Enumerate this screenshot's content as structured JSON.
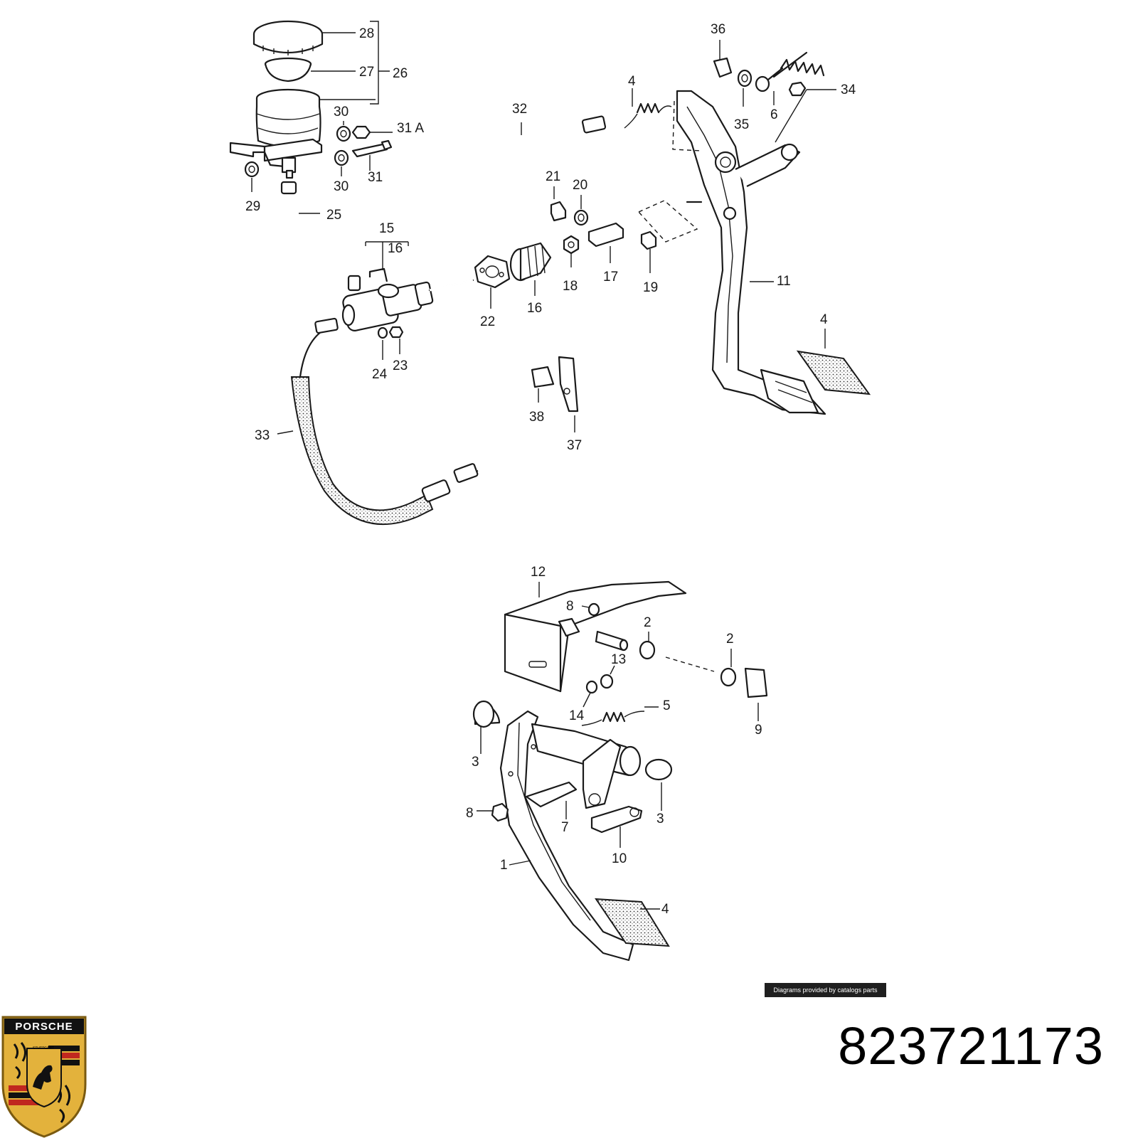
{
  "diagram": {
    "callouts": {
      "c28": "28",
      "c27": "27",
      "c26": "26",
      "c30a": "30",
      "c31A": "31 A",
      "c30b": "30",
      "c31": "31",
      "c29": "29",
      "c25": "25",
      "c15": "15",
      "c16a": "16",
      "c32": "32",
      "c4a": "4",
      "c36": "36",
      "c34": "34",
      "c35": "35",
      "c6": "6",
      "c21": "21",
      "c20": "20",
      "c18": "18",
      "c17": "17",
      "c19": "19",
      "c16b": "16",
      "c22": "22",
      "c24": "24",
      "c23": "23",
      "c11": "11",
      "c4b": "4",
      "c38": "38",
      "c37": "37",
      "c33": "33",
      "c12": "12",
      "c8a": "8",
      "c2a": "2",
      "c2b": "2",
      "c13": "13",
      "c14": "14",
      "c5": "5",
      "c9": "9",
      "c3a": "3",
      "c3b": "3",
      "c8b": "8",
      "c7": "7",
      "c10": "10",
      "c1": "1",
      "c4c": "4"
    }
  },
  "credit": "Diagrams provided by catalogs parts",
  "part_number": "823721173",
  "logo": {
    "wordmark": "PORSCHE",
    "city": "STUTTGART",
    "colors": {
      "gold": "#e3b23c",
      "red": "#c0281f",
      "black": "#111111"
    }
  }
}
